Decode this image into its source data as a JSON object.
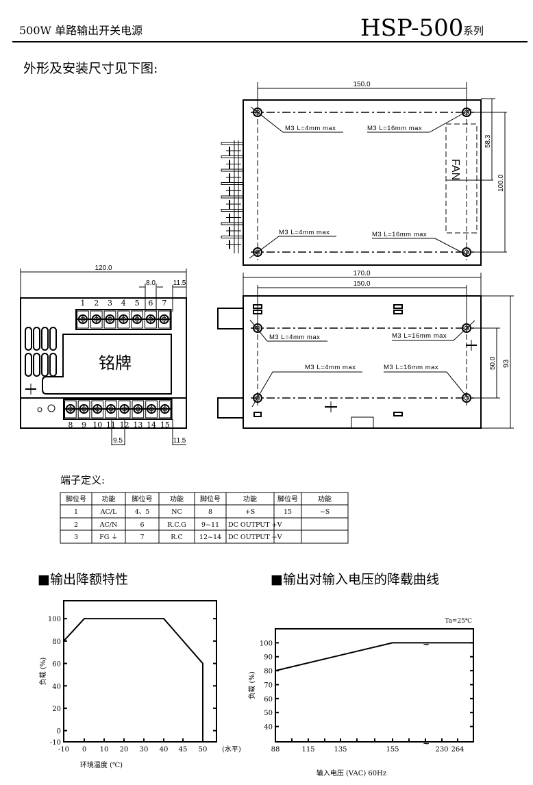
{
  "header": {
    "subtitle": "500W 单路输出开关电源",
    "model": "HSP-500",
    "series": "系列"
  },
  "intro": "外形及安装尺寸见下图:",
  "drawings": {
    "top_view": {
      "dim_width": "150.0",
      "dim_fan": "58.3",
      "dim_height": "100.0",
      "fan_label": "FAN",
      "hole_labels": [
        "M3 L=4mm max",
        "M3 L=16mm max",
        "M3 L=4mm max",
        "M3 L=16mm max"
      ]
    },
    "front_view": {
      "dim_width": "120.0",
      "dim_pitch_top": "8.0",
      "dim_edge_top": "11.5",
      "dim_pitch_bottom": "9.5",
      "dim_edge_bottom": "11.5",
      "nameplate": "铭牌",
      "top_terminals": [
        "1",
        "2",
        "3",
        "4",
        "5",
        "6",
        "7"
      ],
      "bottom_terminals": [
        "8",
        "9",
        "10",
        "11",
        "12",
        "13",
        "14",
        "15"
      ]
    },
    "side_view": {
      "dim_total": "170.0",
      "dim_holes": "150.0",
      "dim_hole_spacing": "50.0",
      "dim_height": "93",
      "hole_labels": [
        "M3 L=4mm max",
        "M3 L=16mm max",
        "M3 L=4mm max",
        "M3 L=16mm max"
      ]
    }
  },
  "terminal_table": {
    "title": "端子定义:",
    "headers": [
      "脚位号",
      "功能",
      "脚位号",
      "功能",
      "脚位号",
      "功能",
      "脚位号",
      "功能"
    ],
    "rows": [
      [
        "1",
        "AC/L",
        "4、5",
        "NC",
        "8",
        "+S",
        "15",
        "−S"
      ],
      [
        "2",
        "AC/N",
        "6",
        "R.C.G",
        "9~11",
        "DC OUTPUT +V",
        "",
        ""
      ],
      [
        "3",
        "FG ⏚",
        "7",
        "R.C",
        "12~14",
        "DC OUTPUT −V",
        "",
        ""
      ]
    ]
  },
  "chart_data": [
    {
      "type": "line",
      "title": "■输出降额特性",
      "xlabel": "环境温度 (℃)",
      "ylabel": "负载 (%)",
      "x_ticks": [
        "-10",
        "0",
        "10",
        "20",
        "30",
        "40",
        "45",
        "50"
      ],
      "x_tick_suffix": "(水平)",
      "y_ticks": [
        "-10",
        "0",
        "20",
        "40",
        "60",
        "80",
        "100"
      ],
      "ylim": [
        -10,
        116
      ],
      "points": [
        [
          -10,
          80
        ],
        [
          0,
          100
        ],
        [
          40,
          100
        ],
        [
          50,
          60
        ],
        [
          50,
          -10
        ]
      ]
    },
    {
      "type": "line",
      "title": "■输出对输入电压的降载曲线",
      "xlabel": "输入电压 (VAC) 60Hz",
      "ylabel": "负载 (%)",
      "annotation": "Ta=25℃",
      "x_ticks": [
        "88",
        "115",
        "135",
        "155",
        "230",
        "264"
      ],
      "y_ticks": [
        "40",
        "50",
        "60",
        "70",
        "80",
        "90",
        "100"
      ],
      "ylim": [
        29,
        110
      ],
      "points": [
        [
          88,
          80
        ],
        [
          155,
          100
        ],
        [
          264,
          100
        ]
      ]
    }
  ]
}
